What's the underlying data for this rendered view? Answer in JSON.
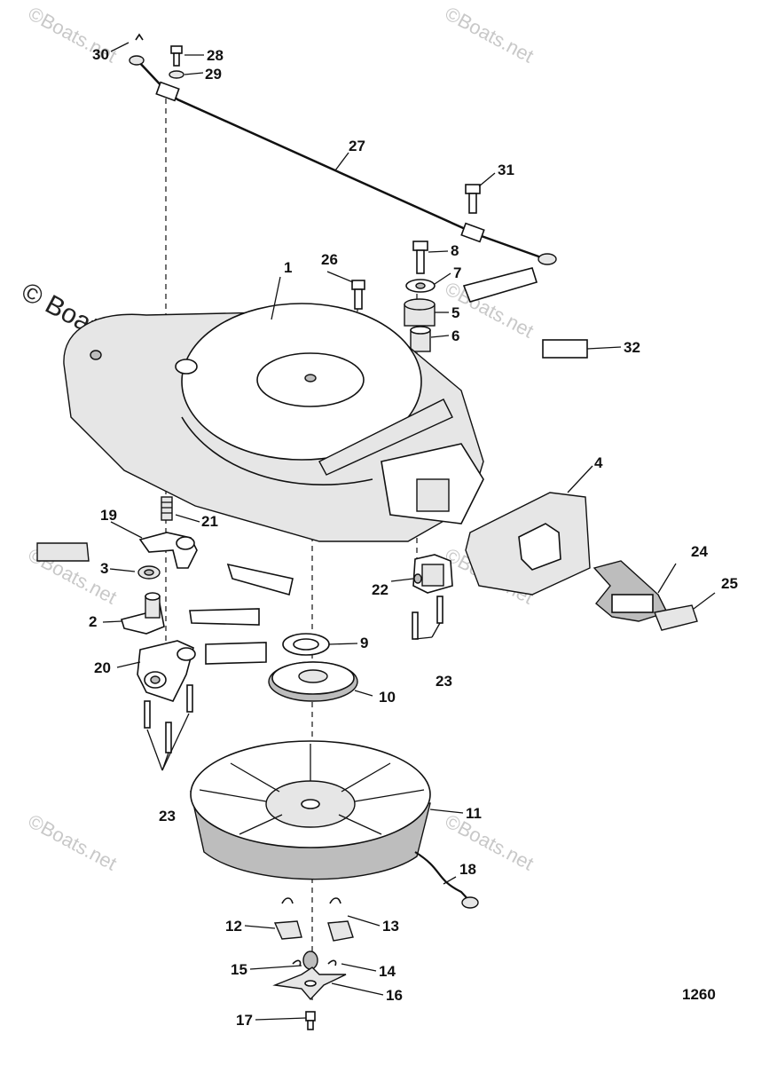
{
  "watermark": "© Boats.net",
  "watermark_short": "©Boats.net",
  "figure_number": "1260",
  "callouts": [
    "1",
    "2",
    "3",
    "4",
    "5",
    "6",
    "7",
    "8",
    "9",
    "10",
    "11",
    "12",
    "13",
    "14",
    "15",
    "16",
    "17",
    "18",
    "19",
    "20",
    "21",
    "22",
    "23",
    "24",
    "25",
    "26",
    "27",
    "28",
    "29",
    "30",
    "31",
    "32"
  ]
}
